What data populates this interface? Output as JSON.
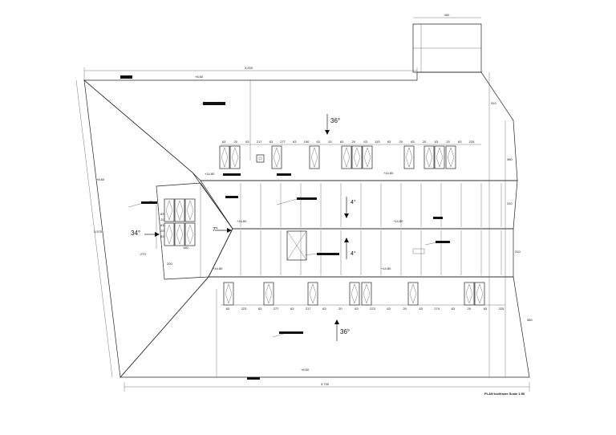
{
  "drawing": {
    "title_block": "PLAN tovillsare Scale 1:50",
    "pitch_labels": [
      "36°",
      "34°",
      "7°",
      "4°",
      "4°",
      "36°"
    ],
    "dims": {
      "top_overall": "3,200",
      "bottom_overall": "3,730",
      "chimney_width": "400",
      "left_side": "3,575",
      "right_segments": [
        "310",
        "380",
        "310",
        "310",
        "380"
      ]
    },
    "levels": {
      "top_eave": "+8.60",
      "bottom_eave": "+8.60",
      "left_eave": "+8.60",
      "ridge": "+14.80",
      "ridge_mid": "+14.60",
      "gutter": "+14.80",
      "gutter_low": "+14.60",
      "flat_right": "+14.80",
      "flat_right_low": "+14.80"
    },
    "top_dims": [
      "63",
      "20",
      "63",
      "217",
      "63",
      "277",
      "63",
      "190",
      "63",
      "20",
      "63",
      "20",
      "63",
      "133",
      "63",
      "20",
      "63",
      "20",
      "63",
      "20",
      "63",
      "225"
    ],
    "bottom_dims": [
      "63",
      "223",
      "63",
      "277",
      "63",
      "217",
      "63",
      "20",
      "63",
      "223",
      "63",
      "20",
      "63",
      "274",
      "63",
      "20",
      "63",
      "225"
    ],
    "left_dims": [
      "63",
      "20",
      "63",
      "20",
      "63"
    ],
    "left_diag_dims": [
      "270",
      "160",
      "200"
    ]
  },
  "colors": {
    "ink": "#111111",
    "tile": "#9a9a9a",
    "paper": "#ffffff"
  }
}
